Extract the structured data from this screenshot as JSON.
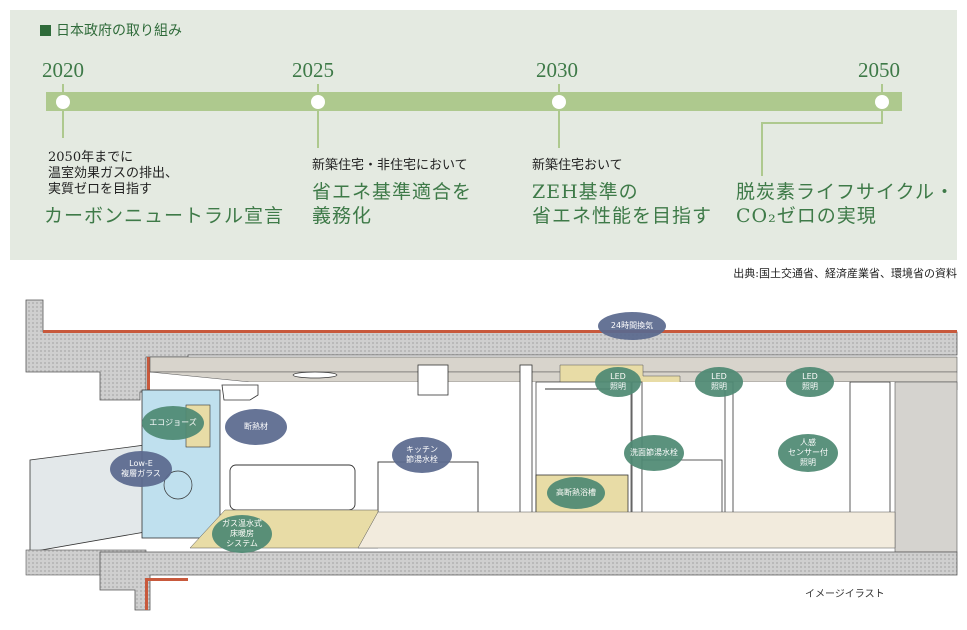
{
  "timeline": {
    "title": "日本政府の取り組み",
    "colors": {
      "accent": "#3e7a48",
      "bar": "#aec98e",
      "panel": "#e4eae1"
    },
    "milestones": [
      {
        "year": "2020",
        "note": [
          "2050年までに",
          "温室効果ガスの排出、",
          "実質ゼロを目指す"
        ],
        "headline": [
          "カーボンニュートラル宣言"
        ]
      },
      {
        "year": "2025",
        "note": [
          "新築住宅・非住宅において"
        ],
        "headline": [
          "省エネ基準適合を",
          "義務化"
        ]
      },
      {
        "year": "2030",
        "note": [
          "新築住宅おいて"
        ],
        "headline": [
          "ZEH基準の",
          "省エネ性能を目指す"
        ]
      },
      {
        "year": "2050",
        "note": [],
        "headline": [
          "脱炭素ライフサイクル・",
          "CO₂ゼロの実現"
        ]
      }
    ],
    "source": "出典:国土交通省、経済産業省、環境省の資料"
  },
  "illustration": {
    "caption": "イメージイラスト",
    "labels": {
      "ventilation": "24時間換気",
      "ecojozu": "エコジョーズ",
      "insulation": "断熱材",
      "lowe": [
        "Low-E",
        "複層ガラス"
      ],
      "floor_heating": [
        "ガス温水式",
        "床暖房",
        "システム"
      ],
      "kitchen": [
        "キッチン",
        "節湯水栓"
      ],
      "bath": "高断熱浴槽",
      "washbasin": "洗面節湯水栓",
      "led1": [
        "LED",
        "照明"
      ],
      "led2": [
        "LED",
        "照明"
      ],
      "led3": [
        "LED",
        "照明"
      ],
      "sensor": [
        "人感",
        "センサー付",
        "照明"
      ]
    },
    "colors": {
      "concrete": "#c9c9c9",
      "insulation_line": "#c8593c",
      "ceiling": "#d8d4cc",
      "yellow": "#e8dca6",
      "glass": "#bfe0ee",
      "bubble_blue": "#5b6a8f",
      "bubble_green": "#4f8a74"
    }
  }
}
